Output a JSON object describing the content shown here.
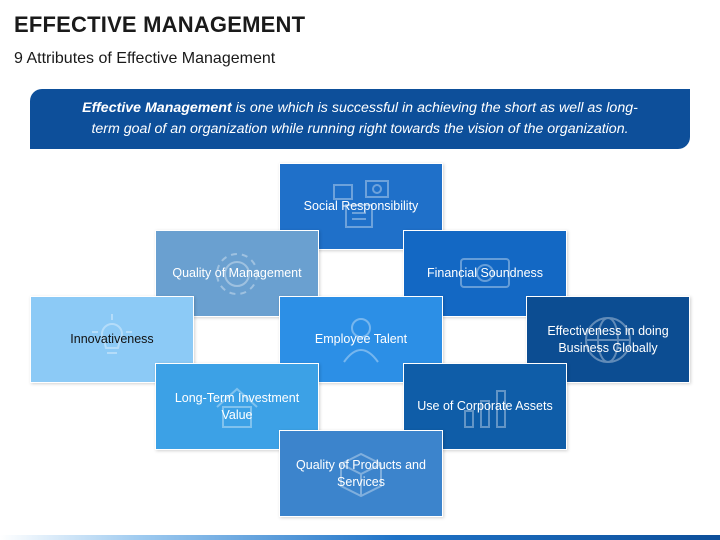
{
  "header": {
    "title": "EFFECTIVE MANAGEMENT",
    "subtitle": "9 Attributes of Effective Management"
  },
  "banner": {
    "bold": "Effective Management",
    "text": " is one which is successful in achieving the short as well as long-term goal of an organization while running right towards the vision of the organization."
  },
  "attributes": [
    {
      "label": "Social Responsibility",
      "icon": "social-icon",
      "color": "#1f70c9"
    },
    {
      "label": "Quality of Management",
      "icon": "gear-icon",
      "color": "#6aa0d0"
    },
    {
      "label": "Financial Soundness",
      "icon": "money-icon",
      "color": "#1368c4"
    },
    {
      "label": "Innovativeness",
      "icon": "lightbulb-icon",
      "color": "#8ccaf6"
    },
    {
      "label": "Employee Talent",
      "icon": "person-icon",
      "color": "#2c8fe6"
    },
    {
      "label": "Effectiveness in doing Business Globally",
      "icon": "globe-icon",
      "color": "#0c4d92"
    },
    {
      "label": "Long-Term Investment Value",
      "icon": "house-icon",
      "color": "#3ca1e6"
    },
    {
      "label": "Use of Corporate Assets",
      "icon": "chart-icon",
      "color": "#0f5da8"
    },
    {
      "label": "Quality of Products and Services",
      "icon": "box-icon",
      "color": "#3c84cc"
    }
  ]
}
